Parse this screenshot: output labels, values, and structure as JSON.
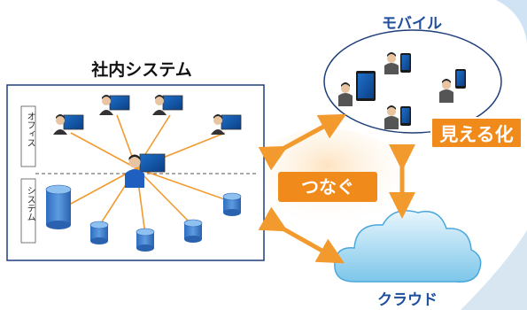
{
  "system_box": {
    "title": "社内システム",
    "office_label": "オフィス",
    "system_label": "システム"
  },
  "mobile": {
    "title": "モバイル"
  },
  "cloud": {
    "title": "クラウド"
  },
  "connect_badge": {
    "label": "つなぐ"
  },
  "visualize_badge": {
    "label": "見える化"
  },
  "colors": {
    "accent_blue": "#1f4e9c",
    "orange": "#f29a2e",
    "badge_orange": "#f08a1a",
    "server_blue": "#3f7fd0"
  }
}
